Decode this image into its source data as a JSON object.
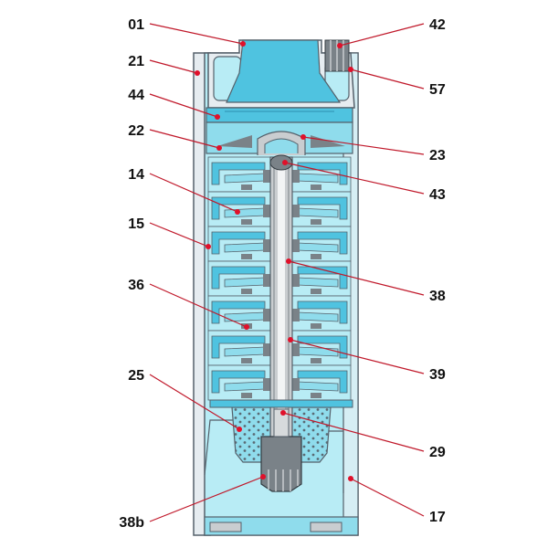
{
  "colors": {
    "water_light": "#b8ecf5",
    "water_mid": "#8fdcec",
    "water_dark": "#4fc3e0",
    "metal": "#7a8288",
    "metal_light": "#c9cdd0",
    "casing": "#e6ecf0",
    "outline": "#55606a",
    "leader": "#c0182a",
    "dot": "#e0102a",
    "label": "#111111"
  },
  "callouts": [
    {
      "id": "01",
      "side": "left",
      "text": "01"
    },
    {
      "id": "21",
      "side": "left",
      "text": "21"
    },
    {
      "id": "44",
      "side": "left",
      "text": "44"
    },
    {
      "id": "22",
      "side": "left",
      "text": "22"
    },
    {
      "id": "14",
      "side": "left",
      "text": "14"
    },
    {
      "id": "15",
      "side": "left",
      "text": "15"
    },
    {
      "id": "36",
      "side": "left",
      "text": "36"
    },
    {
      "id": "25",
      "side": "left",
      "text": "25"
    },
    {
      "id": "38b",
      "side": "left",
      "text": "38b"
    },
    {
      "id": "42",
      "side": "right",
      "text": "42"
    },
    {
      "id": "57",
      "side": "right",
      "text": "57"
    },
    {
      "id": "23",
      "side": "right",
      "text": "23"
    },
    {
      "id": "43",
      "side": "right",
      "text": "43"
    },
    {
      "id": "38",
      "side": "right",
      "text": "38"
    },
    {
      "id": "39",
      "side": "right",
      "text": "39"
    },
    {
      "id": "29",
      "side": "right",
      "text": "29"
    },
    {
      "id": "17",
      "side": "right",
      "text": "17"
    }
  ]
}
